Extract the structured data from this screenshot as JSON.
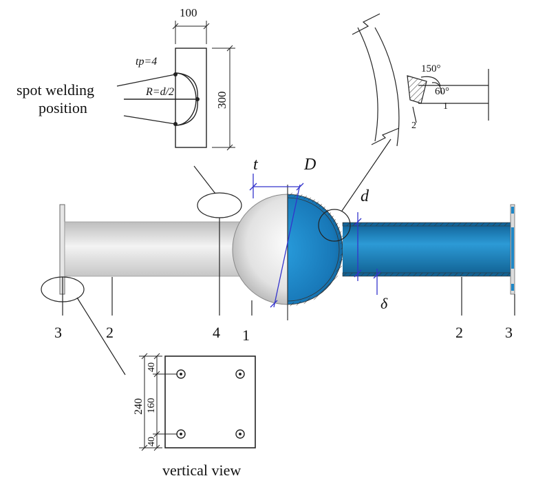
{
  "labels": {
    "spot_welding_line1": "spot welding",
    "spot_welding_line2": "position",
    "tp_text": "tp=4",
    "radius_text": "R=d/2",
    "plate_width": "100",
    "plate_height": "300",
    "angle_150": "150°",
    "angle_60": "60°",
    "weld_1": "1",
    "weld_2": "2",
    "t": "t",
    "D": "D",
    "d": "d",
    "delta": "δ",
    "num_3_left": "3",
    "num_2_left": "2",
    "num_4": "4",
    "num_1": "1",
    "num_2_right": "2",
    "num_3_right": "3",
    "dim_240": "240",
    "dim_160": "160",
    "dim_40_top": "40",
    "dim_40_bottom": "40",
    "vertical_view": "vertical view"
  },
  "colors": {
    "steel_light": "#e9e9e9",
    "steel_shadow": "#b9b9b9",
    "section_blue": "#1e88c8",
    "section_dark": "#0f5f94",
    "dimension_blue": "#3333cc",
    "line": "#222222"
  }
}
